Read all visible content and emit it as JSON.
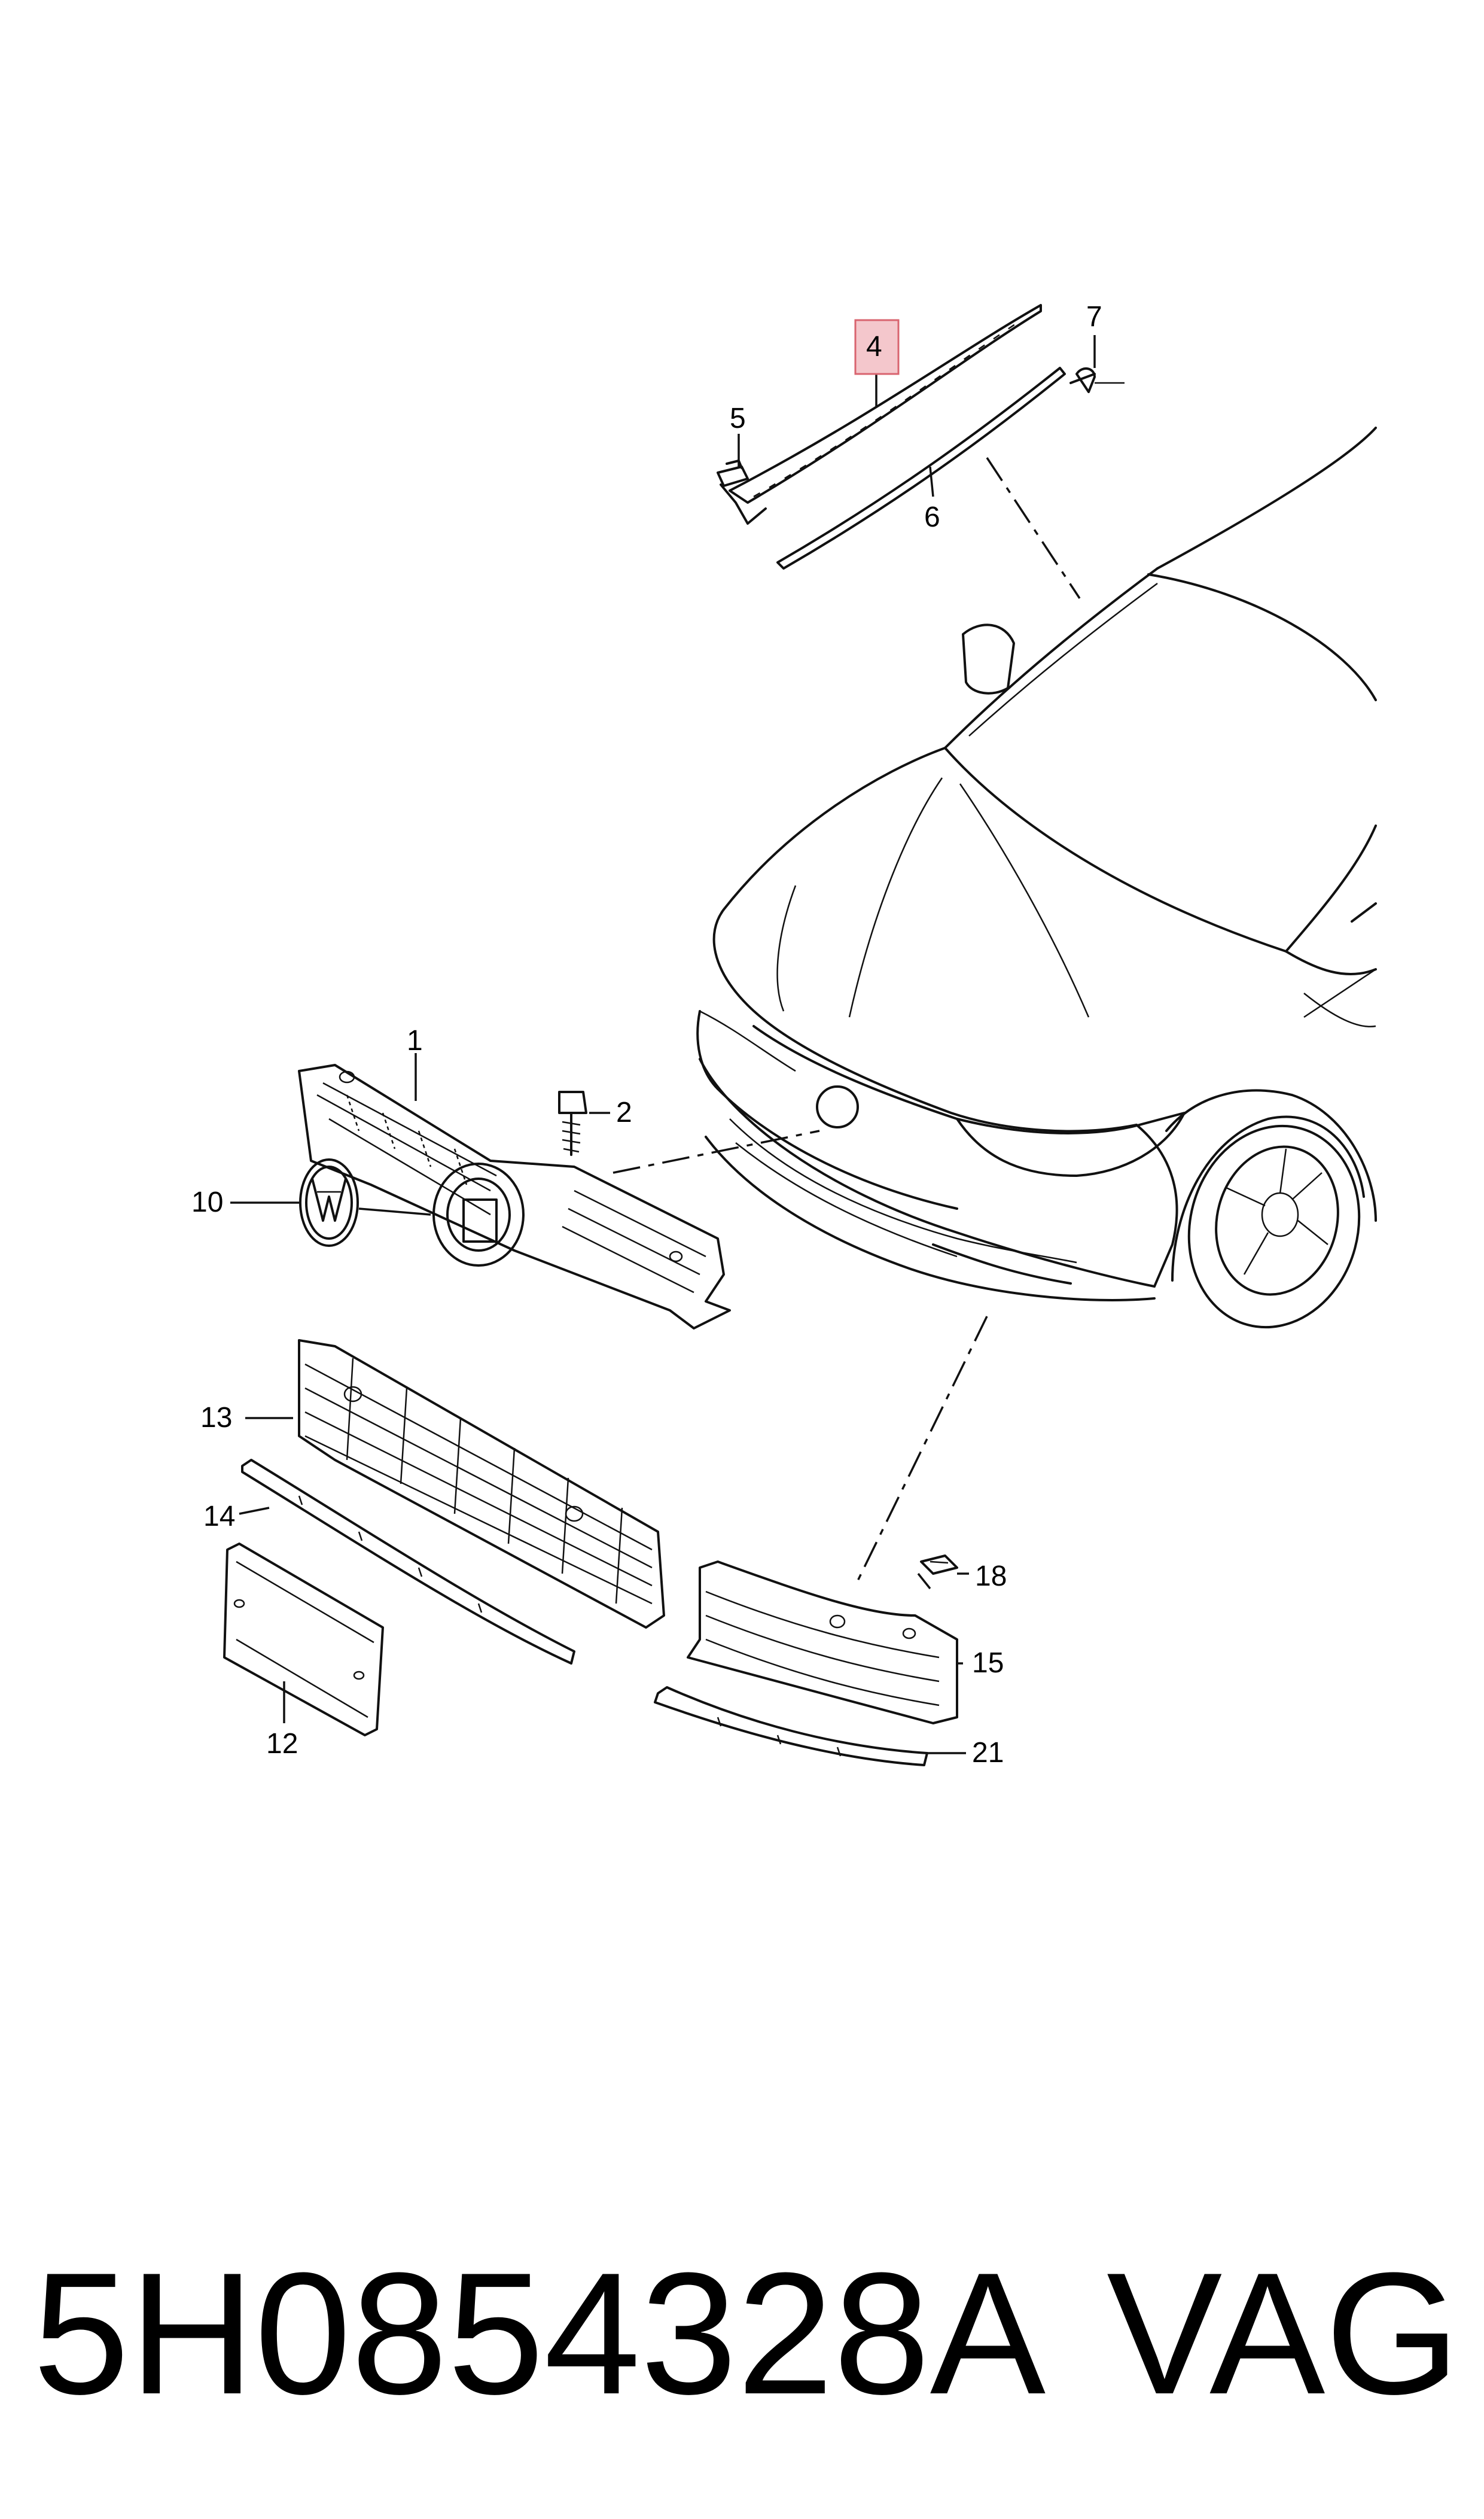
{
  "diagram": {
    "callouts": {
      "c1": "1",
      "c2": "2",
      "c4": "4",
      "c5": "5",
      "c6": "6",
      "c7": "7",
      "c10": "10",
      "c12": "12",
      "c13": "13",
      "c14": "14",
      "c15": "15",
      "c18": "18",
      "c21": "21"
    },
    "highlight_color": "#f4c7cc",
    "highlight_border": "#d9646f"
  },
  "footer": {
    "part_number": "5H0854328A",
    "brand": "VAG"
  }
}
